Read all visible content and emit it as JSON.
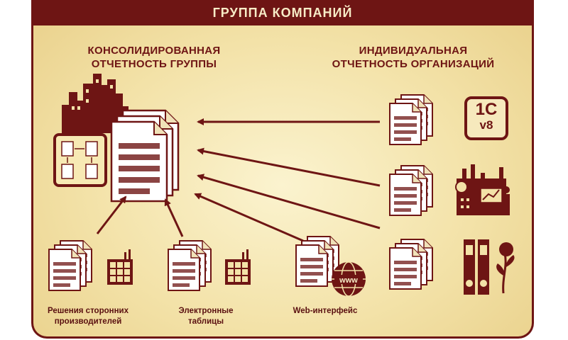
{
  "header": {
    "title": "ГРУППА КОМПАНИЙ"
  },
  "left_heading": {
    "line1": "КОНСОЛИДИРОВАННАЯ",
    "line2": "ОТЧЕТНОСТЬ ГРУППЫ"
  },
  "right_heading": {
    "line1": "ИНДИВИДУАЛЬНАЯ",
    "line2": "ОТЧЕТНОСТЬ ОРГАНИЗАЦИЙ"
  },
  "sources": [
    {
      "line1": "Решения сторонних",
      "line2": "производителей"
    },
    {
      "line1": "Электронные",
      "line2": "таблицы"
    },
    {
      "line1": "Web-интерфейс",
      "line2": ""
    }
  ],
  "logo_1c": {
    "top": "1С",
    "bottom": "v8"
  },
  "www_label": "www",
  "colors": {
    "accent": "#6e1514",
    "background": "#f3e2a8",
    "doc_fill": "#ffffff"
  }
}
